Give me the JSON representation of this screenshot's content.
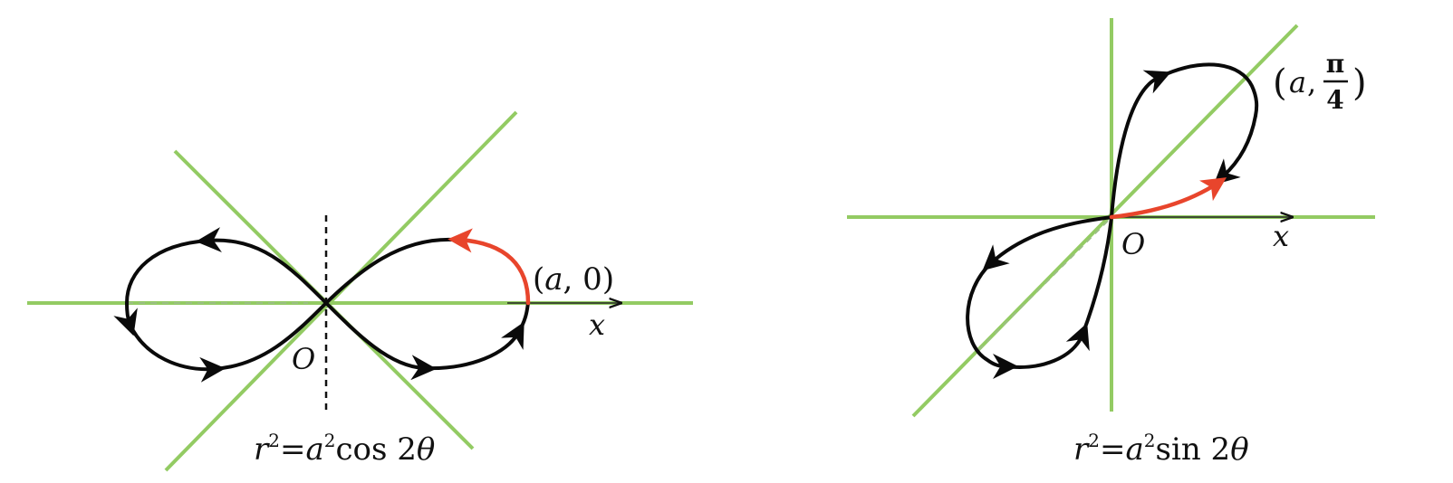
{
  "figures": [
    {
      "id": "cos",
      "equation": {
        "lhs": "r",
        "lhs_exp": "2",
        "eq": "=",
        "coef": "a",
        "coef_exp": "2",
        "func": "cos 2",
        "var": "θ"
      },
      "origin_label": "O",
      "axis_label": "x",
      "point_label": {
        "open": "(",
        "var": "a",
        "sep": ", ",
        "val": "0",
        "close": ")"
      }
    },
    {
      "id": "sin",
      "equation": {
        "lhs": "r",
        "lhs_exp": "2",
        "eq": "=",
        "coef": "a",
        "coef_exp": "2",
        "func": "sin 2",
        "var": "θ"
      },
      "origin_label": "O",
      "axis_label": "x",
      "point_label": {
        "open": "(",
        "var": "a",
        "sep": ", ",
        "num": "π",
        "den": "4",
        "close": ")"
      }
    }
  ],
  "colors": {
    "asymptote": "#93cb63",
    "curve": "#0a0a0a",
    "highlight": "#e8452c"
  }
}
